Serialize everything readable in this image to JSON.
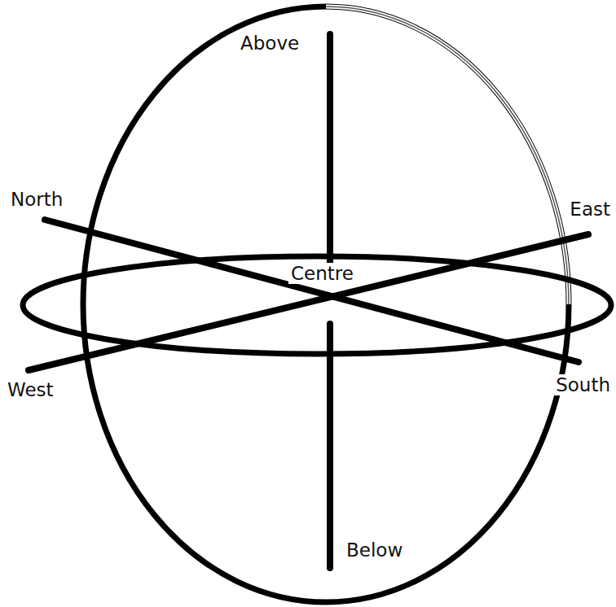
{
  "diagram": {
    "labels": [
      "Above",
      "North",
      "East",
      "Centre",
      "West",
      "South",
      "Below"
    ]
  }
}
